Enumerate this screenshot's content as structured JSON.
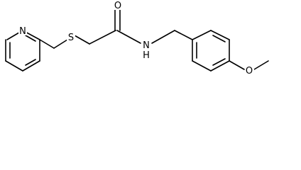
{
  "colors": {
    "bond": "#000000",
    "label": "#000000",
    "background": "#ffffff"
  },
  "molecule": {
    "atoms": {
      "N_pyridine": "N",
      "S_thioether": "S",
      "O_carbonyl": "O",
      "N_amide": "N",
      "H_amide": "H",
      "O_methoxy": "O"
    }
  }
}
